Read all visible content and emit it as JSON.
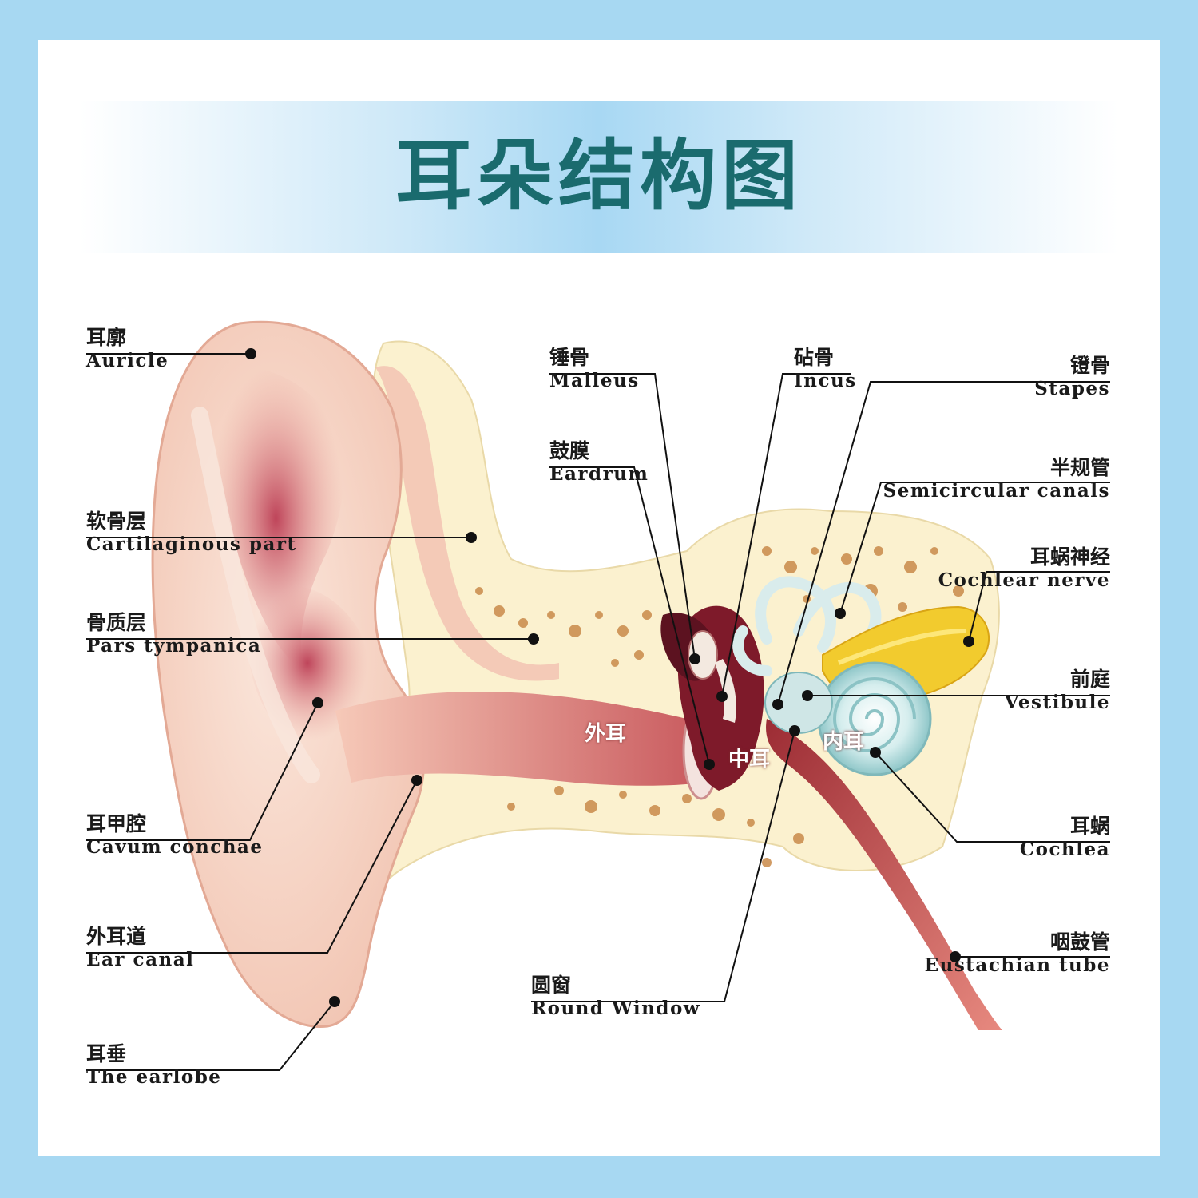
{
  "title": "耳朵结构图",
  "colors": {
    "frame": "#a7d8f2",
    "title": "#1a6b6e",
    "skin": "#f6d2c3",
    "bone": "#fbeec0",
    "canal": "#c4565a",
    "cochlea": "#bfe0e0",
    "nerve": "#f0c832"
  },
  "regions": {
    "outer": "外耳",
    "middle": "中耳",
    "inner": "内耳"
  },
  "labels": {
    "auricle": {
      "zh": "耳廓",
      "en": "Auricle"
    },
    "cartilaginous": {
      "zh": "软骨层",
      "en": "Cartilaginous part"
    },
    "pars_tympanica": {
      "zh": "骨质层",
      "en": "Pars tympanica"
    },
    "cavum_conchae": {
      "zh": "耳甲腔",
      "en": "Cavum conchae"
    },
    "ear_canal": {
      "zh": "外耳道",
      "en": "Ear canal"
    },
    "earlobe": {
      "zh": "耳垂",
      "en": "The earlobe"
    },
    "malleus": {
      "zh": "锤骨",
      "en": "Malleus"
    },
    "eardrum": {
      "zh": "鼓膜",
      "en": "Eardrum"
    },
    "incus": {
      "zh": "砧骨",
      "en": "Incus"
    },
    "round_window": {
      "zh": "圆窗",
      "en": "Round Window"
    },
    "stapes": {
      "zh": "镫骨",
      "en": "Stapes"
    },
    "semicircular": {
      "zh": "半规管",
      "en": "Semicircular canals"
    },
    "cochlear_nerve": {
      "zh": "耳蜗神经",
      "en": "Cochlear nerve"
    },
    "vestibule": {
      "zh": "前庭",
      "en": "Vestibule"
    },
    "cochlea": {
      "zh": "耳蜗",
      "en": "Cochlea"
    },
    "eustachian": {
      "zh": "咽鼓管",
      "en": "Eustachian tube"
    }
  }
}
